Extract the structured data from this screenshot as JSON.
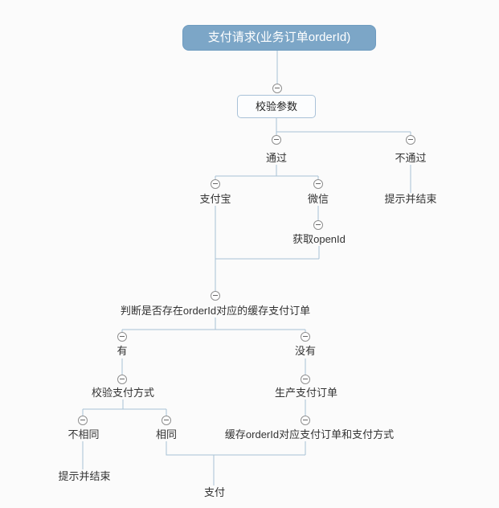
{
  "diagram": {
    "type": "mindmap-flowchart",
    "root_title": "支付请求(业务订单orderId)",
    "colors": {
      "background": "#fbfbfb",
      "root_bg": "#7ca6c7",
      "root_border": "#6f9cc0",
      "root_text": "#ffffff",
      "box_bg": "#fcfdfe",
      "box_border": "#a9c2d8",
      "connector": "#a7c1d5",
      "label_text": "#333333",
      "expander_border": "#8f8f8f"
    },
    "icons": {
      "expander": "minus-circle"
    },
    "nodes": {
      "root": {
        "label": "支付请求(业务订单orderId)"
      },
      "check_params": {
        "label": "校验参数"
      },
      "pass": {
        "label": "通过"
      },
      "fail": {
        "label": "不通过"
      },
      "fail_end": {
        "label": "提示并结束"
      },
      "alipay": {
        "label": "支付宝"
      },
      "wechat": {
        "label": "微信"
      },
      "get_openid": {
        "label": "获取openId"
      },
      "judge_cache": {
        "label": "判断是否存在orderId对应的缓存支付订单"
      },
      "has": {
        "label": "有"
      },
      "has_not": {
        "label": "没有"
      },
      "verify_pay_type": {
        "label": "校验支付方式"
      },
      "create_order": {
        "label": "生产支付订单"
      },
      "not_same": {
        "label": "不相同"
      },
      "same": {
        "label": "相同"
      },
      "cache_order": {
        "label": "缓存orderId对应支付订单和支付方式"
      },
      "not_same_end": {
        "label": "提示并结束"
      },
      "pay": {
        "label": "支付"
      }
    },
    "edges": [
      {
        "from": "root",
        "to": "check_params"
      },
      {
        "from": "check_params",
        "to": "pass"
      },
      {
        "from": "check_params",
        "to": "fail"
      },
      {
        "from": "fail",
        "to": "fail_end"
      },
      {
        "from": "pass",
        "to": "alipay"
      },
      {
        "from": "pass",
        "to": "wechat"
      },
      {
        "from": "wechat",
        "to": "get_openid"
      },
      {
        "from": "alipay",
        "to": "judge_cache"
      },
      {
        "from": "get_openid",
        "to": "judge_cache"
      },
      {
        "from": "judge_cache",
        "to": "has"
      },
      {
        "from": "judge_cache",
        "to": "has_not"
      },
      {
        "from": "has",
        "to": "verify_pay_type"
      },
      {
        "from": "has_not",
        "to": "create_order"
      },
      {
        "from": "verify_pay_type",
        "to": "not_same"
      },
      {
        "from": "verify_pay_type",
        "to": "same"
      },
      {
        "from": "create_order",
        "to": "cache_order"
      },
      {
        "from": "not_same",
        "to": "not_same_end"
      },
      {
        "from": "same",
        "to": "pay"
      },
      {
        "from": "cache_order",
        "to": "pay"
      }
    ]
  }
}
